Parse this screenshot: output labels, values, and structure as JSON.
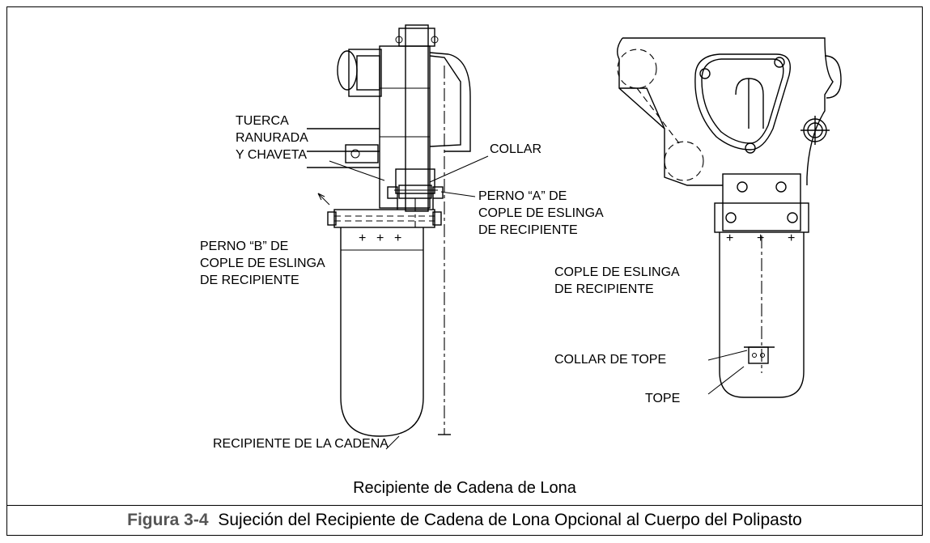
{
  "figure": {
    "subtitle": "Recipiente de Cadena de Lona",
    "caption_number": "Figura 3-4",
    "caption_text": "Sujeción del Recipiente de Cadena de Lona Opcional al Cuerpo del Polipasto"
  },
  "left_view": {
    "labels": {
      "tuerca_1": "TUERCA",
      "tuerca_2": "RANURADA",
      "tuerca_3": "Y CHAVETA",
      "collar": "COLLAR",
      "perno_a_1": "PERNO “A” DE",
      "perno_a_2": "COPLE DE ESLINGA",
      "perno_a_3": "DE RECIPIENTE",
      "perno_b_1": "PERNO “B” DE",
      "perno_b_2": "COPLE DE ESLINGA",
      "perno_b_3": "DE RECIPIENTE",
      "recipiente": "RECIPIENTE DE LA CADENA"
    }
  },
  "right_view": {
    "labels": {
      "cople_1": "COPLE DE ESLINGA",
      "cople_2": "DE RECIPIENTE",
      "collar_tope": "COLLAR DE TOPE",
      "tope": "TOPE"
    }
  }
}
